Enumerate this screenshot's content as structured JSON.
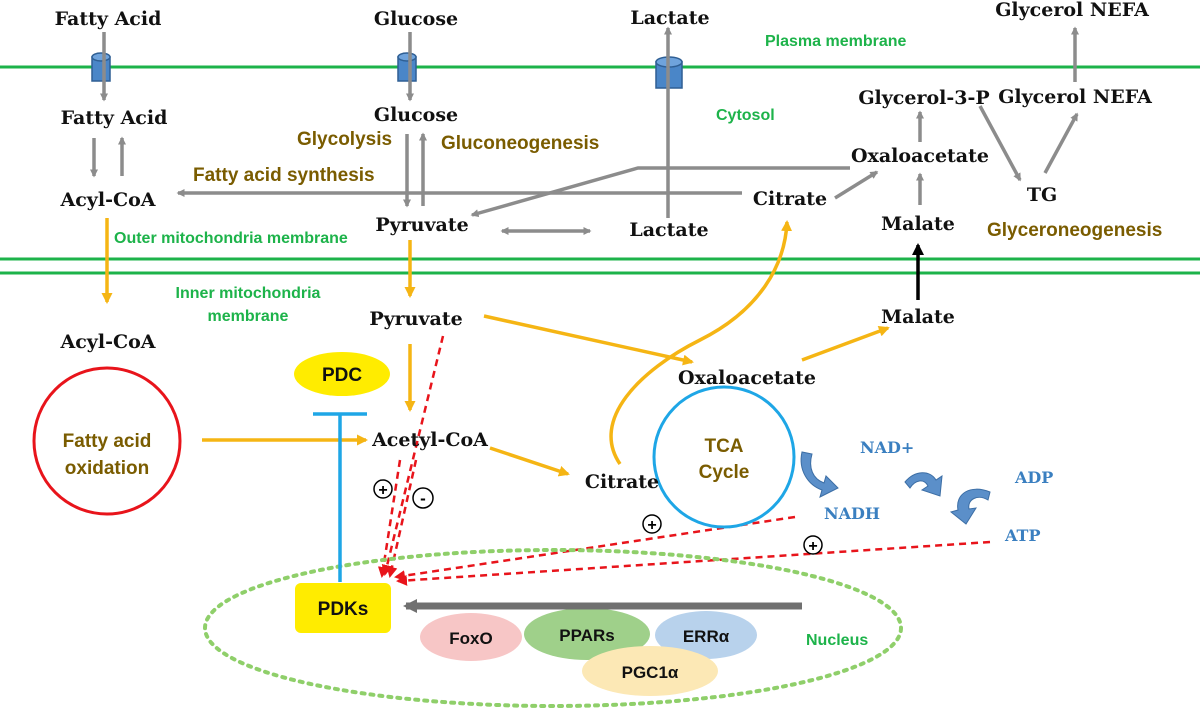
{
  "colors": {
    "membrane": "#1db34a",
    "gray_arrow": "#8c8c8c",
    "yellow_arrow": "#f5b514",
    "red_dashed": "#e8141b",
    "blue": "#1ea6e6",
    "pathway_text": "#7a5c00",
    "membrane_text": "#1db34a",
    "blue_text": "#3a7fc0",
    "pdc_fill": "#ffec00",
    "foxo": "#f7c6c6",
    "ppars": "#9fd08a",
    "erra": "#b8d2ec",
    "pgc1a": "#fce8b5"
  },
  "metabolites": {
    "fatty_acid_ext": "Fatty Acid",
    "glucose_ext": "Glucose",
    "lactate_ext": "Lactate",
    "glycerol_nefa_ext": "Glycerol NEFA",
    "fatty_acid_cyto": "Fatty Acid",
    "glucose_cyto": "Glucose",
    "glycerol_3p": "Glycerol-3-P",
    "glycerol_nefa_cyto": "Glycerol NEFA",
    "oxaloacetate_cyto": "Oxaloacetate",
    "acyl_coa_cyto": "Acyl-CoA",
    "pyruvate_cyto": "Pyruvate",
    "lactate_cyto": "Lactate",
    "citrate_cyto": "Citrate",
    "tg": "TG",
    "malate_cyto": "Malate",
    "acyl_coa_mito": "Acyl-CoA",
    "pyruvate_mito": "Pyruvate",
    "malate_mito": "Malate",
    "oxaloacetate_mito": "Oxaloacetate",
    "acetyl_coa": "Acetyl-CoA",
    "citrate_mito": "Citrate"
  },
  "pathways": {
    "glycolysis": "Glycolysis",
    "gluconeogenesis": "Gluconeogenesis",
    "fatty_acid_synthesis": "Fatty acid synthesis",
    "glyceroneogenesis": "Glyceroneogenesis"
  },
  "membranes": {
    "plasma": "Plasma membrane",
    "cytosol": "Cytosol",
    "outer_mito": "Outer mitochondria membrane",
    "inner_mito_line1": "Inner mitochondria",
    "inner_mito_line2": "membrane",
    "nucleus": "Nucleus"
  },
  "fatty_acid_oxidation": {
    "line1": "Fatty acid",
    "line2": "oxidation"
  },
  "tca": {
    "line1": "TCA",
    "line2": "Cycle"
  },
  "enzymes": {
    "pdc": "PDC",
    "pdks": "PDKs"
  },
  "cofactors": {
    "nad_plus": "NAD+",
    "nadh": "NADH",
    "adp": "ADP",
    "atp": "ATP"
  },
  "regulation_signs": {
    "plus": "+",
    "minus": "-"
  },
  "transcription_factors": {
    "foxo": "FoxO",
    "ppars": "PPARs",
    "erra": "ERRα",
    "pgc1a": "PGC1α"
  }
}
